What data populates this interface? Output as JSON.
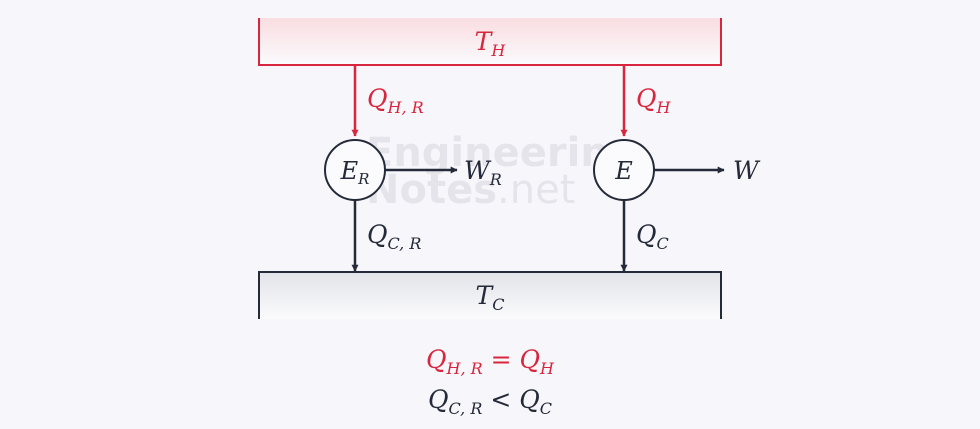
{
  "colors": {
    "hot": "#d7263d",
    "dark": "#252a3a",
    "background": "#f7f7fb"
  },
  "watermark": {
    "line1": "Engineering",
    "line2_bold": "Notes",
    "line2_light": ".net"
  },
  "reservoirs": {
    "hot": {
      "base": "T",
      "sub": "H"
    },
    "cold": {
      "base": "T",
      "sub": "C"
    }
  },
  "engines": {
    "reversible": {
      "label": {
        "base": "E",
        "sub": "R"
      },
      "q_in": {
        "base": "Q",
        "sub": "H, R"
      },
      "q_out": {
        "base": "Q",
        "sub": "C, R"
      },
      "work": {
        "base": "W",
        "sub": "R"
      }
    },
    "irreversible": {
      "label": {
        "base": "E"
      },
      "q_in": {
        "base": "Q",
        "sub": "H"
      },
      "q_out": {
        "base": "Q",
        "sub": "C"
      },
      "work": {
        "base": "W"
      }
    }
  },
  "relations": {
    "hot_equal": {
      "lhs": {
        "base": "Q",
        "sub": "H, R"
      },
      "op": "=",
      "rhs": {
        "base": "Q",
        "sub": "H"
      }
    },
    "cold_less": {
      "lhs": {
        "base": "Q",
        "sub": "C, R"
      },
      "op": "<",
      "rhs": {
        "base": "Q",
        "sub": "C"
      }
    }
  }
}
